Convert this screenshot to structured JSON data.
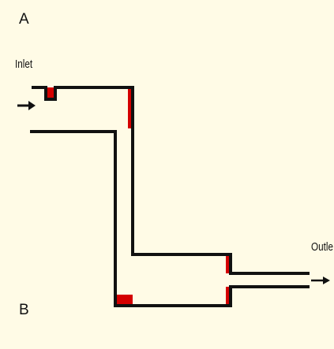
{
  "diagram": {
    "panel_a_label": "A",
    "panel_b_label": "B",
    "inlet_label": "Inlet",
    "outlet_label": "Outle",
    "colors": {
      "background": "#fffbe6",
      "wall": "#111111",
      "highlight": "#d40000"
    }
  }
}
